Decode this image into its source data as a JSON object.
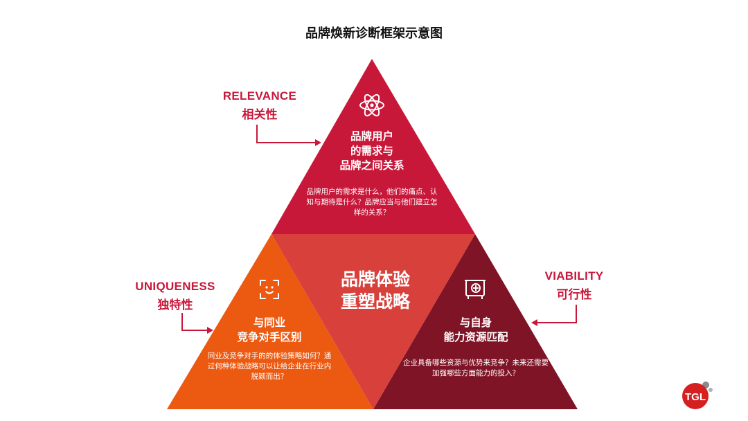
{
  "title": "品牌焕新诊断框架示意图",
  "colors": {
    "top": "#c8183a",
    "left": "#ec5a12",
    "right": "#7f1426",
    "center": "#d8403b",
    "accent_red": "#c8183a",
    "logo": "#d42020"
  },
  "center": {
    "line1": "品牌体验",
    "line2": "重塑战略"
  },
  "top_section": {
    "en": "RELEVANCE",
    "cn": "相关性",
    "icon": "atom-icon",
    "heading": [
      "品牌用户",
      "的需求与",
      "品牌之间关系"
    ],
    "desc": [
      "品牌用户的需求是什么，他们的痛点、认",
      "知与期待是什么？品牌应当与他们建立怎",
      "样的关系？"
    ]
  },
  "left_section": {
    "en": "UNIQUENESS",
    "cn": "独特性",
    "icon": "face-scan-icon",
    "heading": [
      "与同业",
      "竞争对手区别"
    ],
    "desc": [
      "同业及竞争对手的的体验策略如何？通",
      "过何种体验战略可以让给企业在行业内",
      "脱颖而出？"
    ]
  },
  "right_section": {
    "en": "VIABILITY",
    "cn": "可行性",
    "icon": "safe-box-icon",
    "heading": [
      "与自身",
      "能力资源匹配"
    ],
    "desc": [
      "企业具备哪些资源与优势来竞争？未来还需要",
      "加强哪些方面能力的投入？"
    ]
  },
  "logo": {
    "text": "TGL"
  }
}
